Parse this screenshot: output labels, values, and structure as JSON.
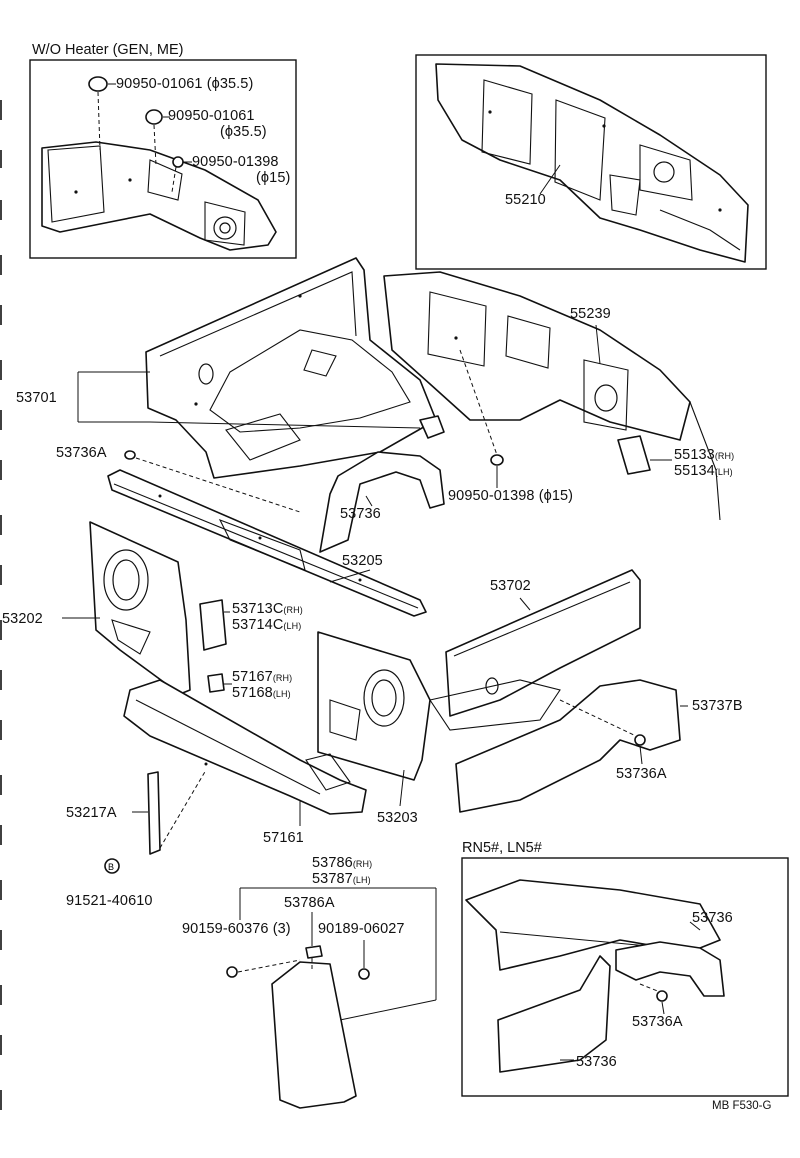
{
  "insets": {
    "wo_heater": {
      "title": "W/O Heater (GEN, ME)"
    },
    "rn5_ln5": {
      "title": "RN5#, LN5#"
    }
  },
  "labels": {
    "p_90950_01061_a": "90950-01061 (ϕ35.5)",
    "p_90950_01061_b": "90950-01061",
    "p_90950_01061_b_dim": "(ϕ35.5)",
    "p_90950_01398_a": "90950-01398",
    "p_90950_01398_a_dim": "(ϕ15)",
    "p_55210": "55210",
    "p_55239": "55239",
    "p_53701": "53701",
    "p_53736A_top": "53736A",
    "p_55133": "55133",
    "p_55133_sfx": "(RH)",
    "p_55134": "55134",
    "p_55134_sfx": "(LH)",
    "p_90950_01398_b": "90950-01398 (ϕ15)",
    "p_53736_top": "53736",
    "p_53205": "53205",
    "p_53702": "53702",
    "p_53202": "53202",
    "p_53713C": "53713C",
    "p_53713C_sfx": "(RH)",
    "p_53714C": "53714C",
    "p_53714C_sfx": "(LH)",
    "p_57167": "57167",
    "p_57167_sfx": "(RH)",
    "p_57168": "57168",
    "p_57168_sfx": "(LH)",
    "p_53737B": "53737B",
    "p_53736A_mid": "53736A",
    "p_53217A": "53217A",
    "p_57161": "57161",
    "p_53203": "53203",
    "p_91521_40610": "91521-40610",
    "p_53786": "53786",
    "p_53786_sfx": "(RH)",
    "p_53787": "53787",
    "p_53787_sfx": "(LH)",
    "p_53786A": "53786A",
    "p_90159_60376": "90159-60376 (3)",
    "p_90189_06027": "90189-06027",
    "p_53736_inset_a": "53736",
    "p_53736A_inset": "53736A",
    "p_53736_inset_b": "53736"
  },
  "footer": {
    "code": "MB F530-G"
  }
}
